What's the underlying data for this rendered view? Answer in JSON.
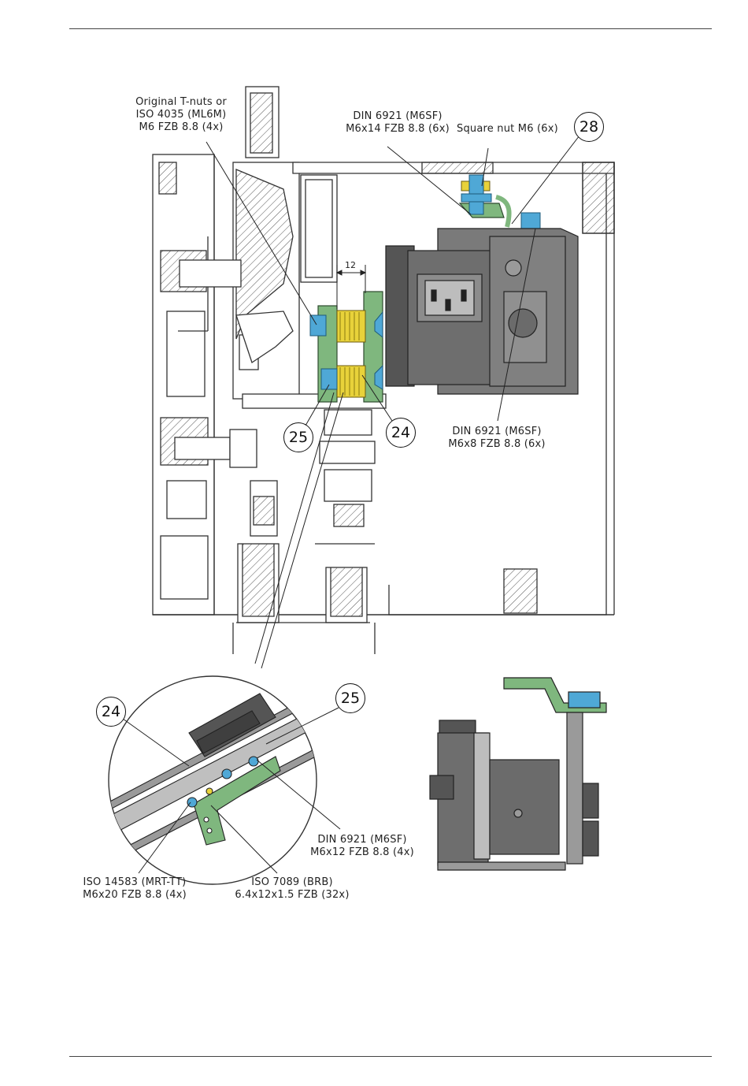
{
  "labels": {
    "tnuts": {
      "line1": "Original T-nuts or",
      "line2": "ISO 4035 (ML6M)",
      "line3": "M6 FZB 8.8 (4x)"
    },
    "din_m6x14": {
      "line1": "DIN 6921 (M6SF)",
      "line2": "M6x14 FZB 8.8 (6x)"
    },
    "square_nut": "Square nut M6 (6x)",
    "din_m6x8": {
      "line1": "DIN 6921 (M6SF)",
      "line2": "M6x8 FZB 8.8 (6x)"
    },
    "din_m6x12": {
      "line1": "DIN 6921 (M6SF)",
      "line2": "M6x12 FZB 8.8 (4x)"
    },
    "iso14583": {
      "line1": "ISO 14583 (MRT-TT)",
      "line2": "M6x20 FZB 8.8 (4x)"
    },
    "iso7089": {
      "line1": "ISO 7089 (BRB)",
      "line2": "6.4x12x1.5 FZB (32x)"
    }
  },
  "callouts": {
    "c28": "28",
    "c25_main": "25",
    "c24_main": "24",
    "c24_detail": "24",
    "c25_detail": "25"
  },
  "dimension": "12",
  "colors": {
    "yellow": "#e8d23a",
    "green": "#7fb77e",
    "blue": "#4fa8d6",
    "gray": "#6b6b6b"
  }
}
